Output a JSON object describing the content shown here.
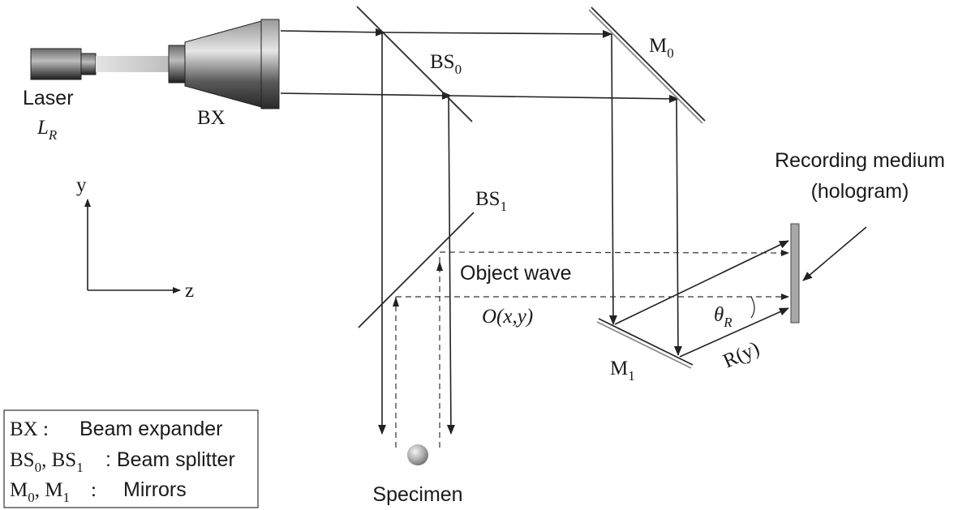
{
  "labels": {
    "laser": "Laser",
    "laser_sym": "L",
    "laser_sym_sub": "R",
    "bx": "BX",
    "bs0": "BS",
    "bs0_sub": "0",
    "m0": "M",
    "m0_sub": "0",
    "bs1": "BS",
    "bs1_sub": "1",
    "m1": "M",
    "m1_sub": "1",
    "object_wave": "Object wave",
    "object_fn": "O(x,y)",
    "recording_line1": "Recording medium",
    "recording_line2": "(hologram)",
    "theta": "θ",
    "theta_sub": "R",
    "ref_wave": "R(y)",
    "specimen": "Specimen",
    "axis_y": "y",
    "axis_z": "z"
  },
  "legend": {
    "row1_sym": "BX :",
    "row1_text": "Beam expander",
    "row2_sym_a": "BS",
    "row2_sub_a": "0",
    "row2_sep": ", BS",
    "row2_sub_b": "1",
    "row2_text": ": Beam splitter",
    "row3_sym_a": "M",
    "row3_sub_a": "0",
    "row3_sep": ", M",
    "row3_sub_b": "1",
    "row3_colon": ":",
    "row3_text": "Mirrors"
  }
}
